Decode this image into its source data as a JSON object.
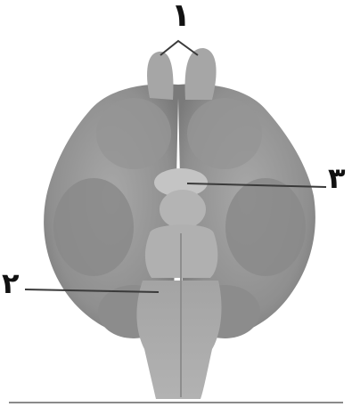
{
  "labels": {
    "label_1": "١",
    "label_2": "٢",
    "label_3": "٣"
  },
  "colors": {
    "tissue": "#9c9c9c",
    "tissue_dark": "#7e7e7e",
    "tissue_light": "#b8b8b8",
    "leader_line": "#3a3a3a"
  }
}
